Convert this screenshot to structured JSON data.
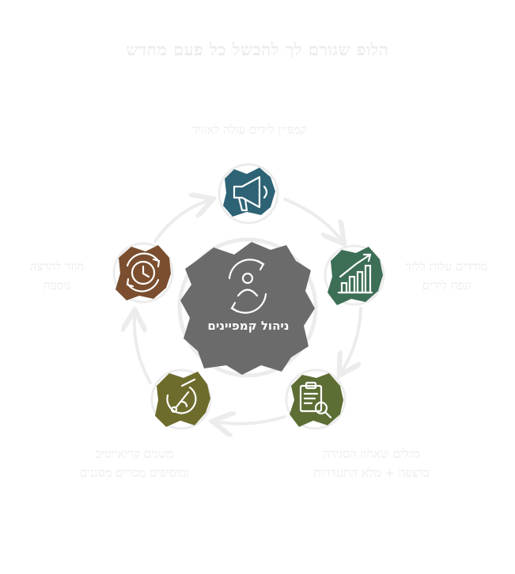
{
  "title": "הלופ שגורם לך להכשל כל פעם מחדש",
  "center": {
    "label": "ניהול קמפיינים",
    "icon": "person-cycle-icon",
    "color": "#6b6b6b"
  },
  "steps": [
    {
      "label": "קמפיין לידים עולה לאוויר",
      "icon": "megaphone-icon",
      "color": "#2e6375"
    },
    {
      "label": "מודדים עלות לליד ונפח לידים",
      "icon": "growth-chart-icon",
      "color": "#3d6e56"
    },
    {
      "label": "מגלים שאחוז הסגירה ברצפה + מלא התנגדויות",
      "icon": "clipboard-search-icon",
      "color": "#5d6e35"
    },
    {
      "label": "משנים קריאייטיב ומוסיפים מסרים מסננים",
      "icon": "creative-edit-icon",
      "color": "#6e6c2c"
    },
    {
      "label": "חוזר להרצה נוספה",
      "icon": "clock-repeat-icon",
      "color": "#7a4e2e"
    }
  ],
  "colors": {
    "arrows": "#ececec",
    "text": "#ececec"
  }
}
